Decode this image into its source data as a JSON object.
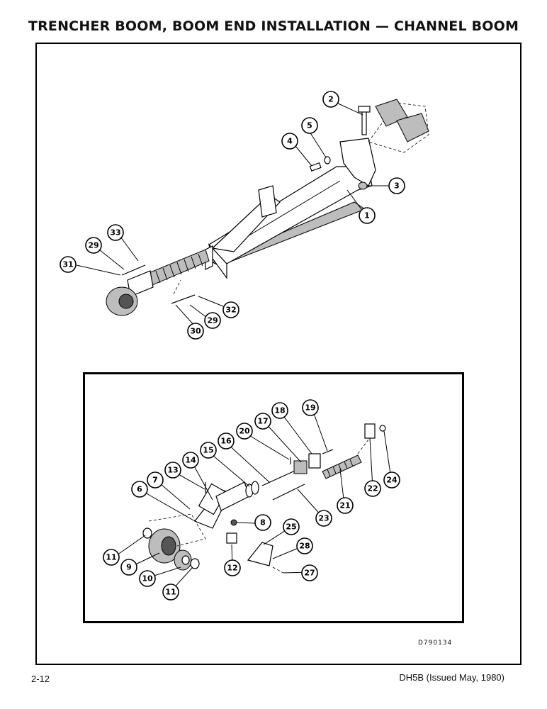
{
  "header": {
    "title": "TRENCHER BOOM, BOOM END INSTALLATION — CHANNEL BOOM"
  },
  "figure": {
    "drawing_number": "D790134",
    "main_callouts": [
      "1",
      "2",
      "3",
      "4",
      "5",
      "29",
      "31",
      "33",
      "32",
      "29",
      "30"
    ],
    "inset_callouts": [
      "6",
      "7",
      "13",
      "14",
      "15",
      "16",
      "20",
      "17",
      "18",
      "19",
      "24",
      "22",
      "21",
      "23",
      "8",
      "25",
      "28",
      "27",
      "11",
      "9",
      "10",
      "12",
      "11"
    ]
  },
  "footer": {
    "page": "2-12",
    "document": "DH5B (Issued May, 1980)"
  }
}
